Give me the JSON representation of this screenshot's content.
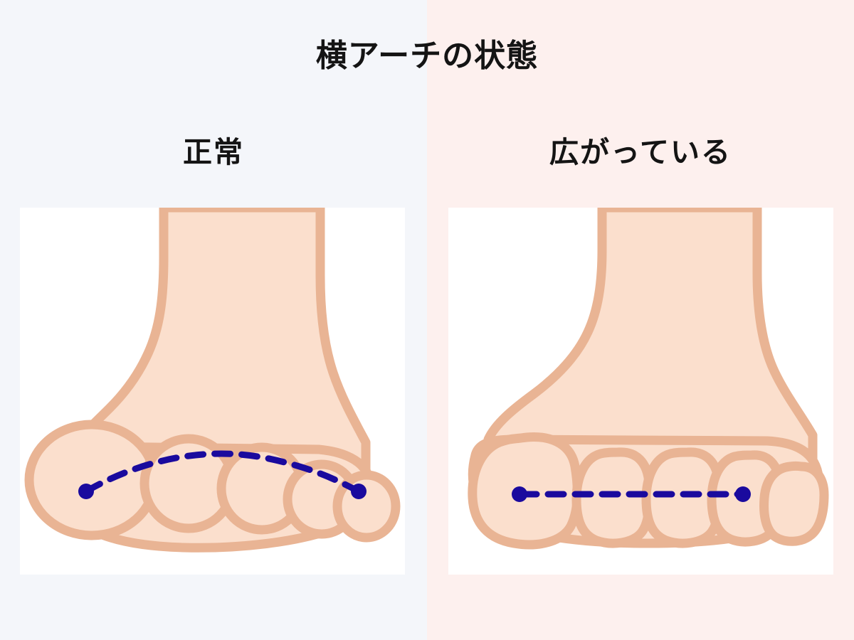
{
  "title": "横アーチの状態",
  "background": {
    "left_color": "#f4f6fa",
    "right_color": "#fdf0ee",
    "card_color": "#ffffff"
  },
  "palette": {
    "skin_fill": "#fbdfcd",
    "skin_outline": "#e9b494",
    "line_navy": "#1a0a9e",
    "text_black": "#141414"
  },
  "panels": [
    {
      "key": "normal",
      "label": "正常",
      "arch_shape": "arched",
      "line_style": "dashed",
      "line_color": "#1a0a9e",
      "endpoint_left": [
        114,
        684
      ],
      "endpoint_right": [
        505,
        685
      ],
      "toe_count": 5,
      "description_alt": "正面から見た足のイラスト。親指から小指にかけて破線が弓なりのアーチを描いている。"
    },
    {
      "key": "spread",
      "label": "広がっている",
      "arch_shape": "flat",
      "line_style": "dashed",
      "line_color": "#1a0a9e",
      "endpoint_left": [
        739,
        687
      ],
      "endpoint_right": [
        1086,
        687
      ],
      "toe_count": 5,
      "description_alt": "正面から見た横に広がった足のイラスト。親指から小指にかけて破線がまっすぐ平らに伸びている。"
    }
  ]
}
